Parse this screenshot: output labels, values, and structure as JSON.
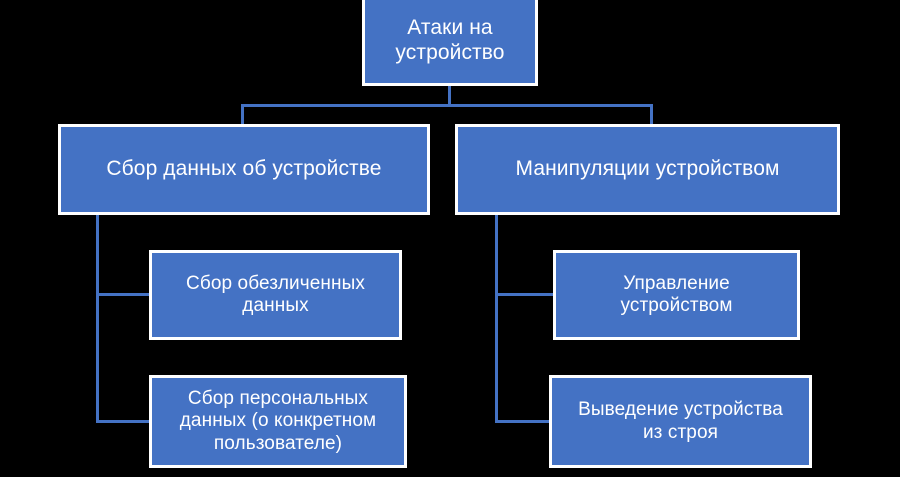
{
  "diagram": {
    "type": "hierarchy-tree",
    "title": "Атаки на устройство",
    "language": "ru",
    "background_color": "#000000",
    "node_fill_color": "#4472C4",
    "node_border_color": "#FFFFFF",
    "node_text_color": "#FFFFFF",
    "connector_color": "#4472C4",
    "levels": 3,
    "nodes": {
      "root": {
        "label": "Атаки на\nустройство",
        "level": 1
      },
      "data_collection": {
        "label": "Сбор данных об устройстве",
        "level": 2
      },
      "manipulation": {
        "label": "Манипуляции устройством",
        "level": 2
      },
      "anonymous_data": {
        "label": "Сбор обезличенных\nданных",
        "level": 3
      },
      "personal_data": {
        "label": "Сбор персональных\nданных (о конкретном\nпользователе)",
        "level": 3
      },
      "device_control": {
        "label": "Управление\nустройством",
        "level": 3
      },
      "device_disable": {
        "label": "Выведение устройства\nиз строя",
        "level": 3
      }
    },
    "edges": [
      {
        "from": "root",
        "to": "data_collection"
      },
      {
        "from": "root",
        "to": "manipulation"
      },
      {
        "from": "data_collection",
        "to": "anonymous_data"
      },
      {
        "from": "data_collection",
        "to": "personal_data"
      },
      {
        "from": "manipulation",
        "to": "device_control"
      },
      {
        "from": "manipulation",
        "to": "device_disable"
      }
    ]
  }
}
